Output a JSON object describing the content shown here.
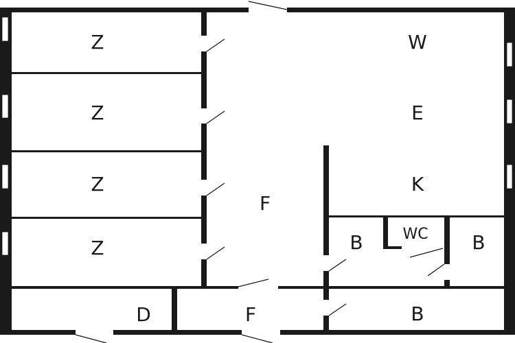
{
  "colors": {
    "wall": "#1a1a1a",
    "background": "#ffffff"
  },
  "rooms": [
    {
      "id": "z1",
      "label": "Z"
    },
    {
      "id": "z2",
      "label": "Z"
    },
    {
      "id": "z3",
      "label": "Z"
    },
    {
      "id": "z4",
      "label": "Z"
    },
    {
      "id": "hall",
      "label": "F"
    },
    {
      "id": "w",
      "label": "W"
    },
    {
      "id": "e",
      "label": "E"
    },
    {
      "id": "k",
      "label": "K"
    },
    {
      "id": "bath1",
      "label": "B"
    },
    {
      "id": "wc",
      "label": "WC"
    },
    {
      "id": "bath2",
      "label": "B"
    },
    {
      "id": "d",
      "label": "D"
    },
    {
      "id": "hall2",
      "label": "F"
    },
    {
      "id": "bath3",
      "label": "B"
    }
  ]
}
